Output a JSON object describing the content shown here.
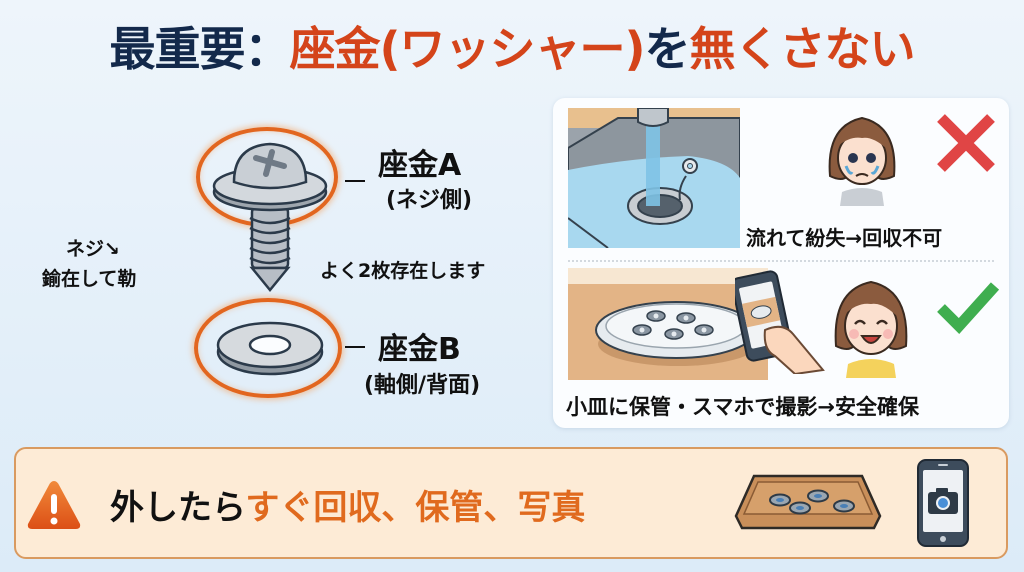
{
  "title": {
    "prefix": "最重要：",
    "highlight1": "座金(ワッシャー)",
    "middle": "を",
    "highlight2": "無くさない"
  },
  "diagram": {
    "washer_a": {
      "name": "座金A",
      "position": "(ネジ側)"
    },
    "washer_b": {
      "name": "座金B",
      "position": "(軸側/背面)"
    },
    "center_note": "よく2枚存在します",
    "left_note": {
      "line1": "ネジ↘",
      "line2": "鍮在して勒"
    }
  },
  "bad_example": {
    "caption": "流れて紛失→回収不可",
    "status_icon": "cross-mark",
    "status_color": "#e04545"
  },
  "good_example": {
    "caption": "小皿に保管・スマホで撮影→安全確保",
    "status_icon": "check-mark",
    "status_color": "#3fae4f"
  },
  "banner": {
    "text_black": "外したら",
    "text_orange": "すぐ回収、保管、写真",
    "warning_icon": "warning-triangle"
  },
  "colors": {
    "navy": "#13294b",
    "orange_red": "#d4441a",
    "ring_orange": "#e2661f",
    "banner_bg": "#fdebd6",
    "banner_border": "#d99a60"
  }
}
